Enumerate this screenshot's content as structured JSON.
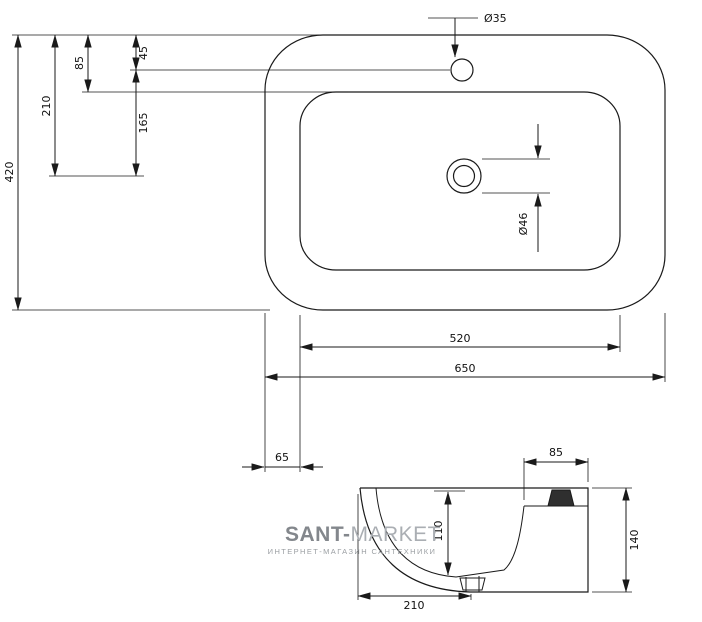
{
  "drawing": {
    "title": "washbasin-dimension-drawing",
    "top_view": {
      "depth_overall": "420",
      "depth_to_drain": "210",
      "rim_to_basin": "85",
      "rim_to_faucet": "45",
      "faucet_to_drain": "165",
      "faucet_hole_diameter": "Ø35",
      "drain_diameter": "Ø46",
      "width_basin": "520",
      "width_overall": "650",
      "rim_side_offset": "65"
    },
    "side_view": {
      "deck_width": "85",
      "basin_depth": "110",
      "height_overall": "140",
      "base_depth": "210"
    }
  },
  "watermark": {
    "brand_part1": "SANT-",
    "brand_part2": "MARKET",
    "subtitle": "ИНТЕРНЕТ-МАГАЗИН САНТЕХНИКИ"
  },
  "colors": {
    "line": "#1a1a1a",
    "watermark_dark": "#83878c",
    "watermark_light": "#aaaeb3"
  }
}
